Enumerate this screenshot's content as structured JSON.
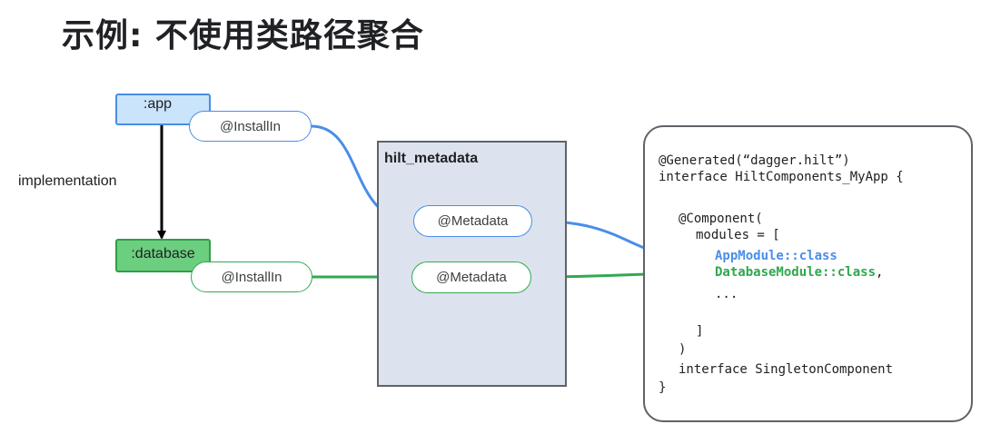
{
  "title": "示例: 不使用类路径聚合",
  "modules": {
    "app": ":app",
    "database": ":database"
  },
  "dependency_label": "implementation",
  "annotations": {
    "app_installin": "@InstallIn",
    "db_installin": "@InstallIn",
    "app_metadata": "@Metadata",
    "db_metadata": "@Metadata"
  },
  "metadata_package": "hilt_metadata",
  "code": {
    "line1": "@Generated(“dagger.hilt”)",
    "line2": "interface HiltComponents_MyApp {",
    "line3": "@Component(",
    "line4": "modules = [",
    "line5": "AppModule::class",
    "line6": "DatabaseModule::class",
    "line6_suffix": ",",
    "line7": "...",
    "line8": "]",
    "line9": ")",
    "line10": "interface SingletonComponent",
    "line11": "}"
  },
  "colors": {
    "app_blue": "#4a8de8",
    "db_green": "#33a852",
    "dependency_arrow": "#000000"
  }
}
